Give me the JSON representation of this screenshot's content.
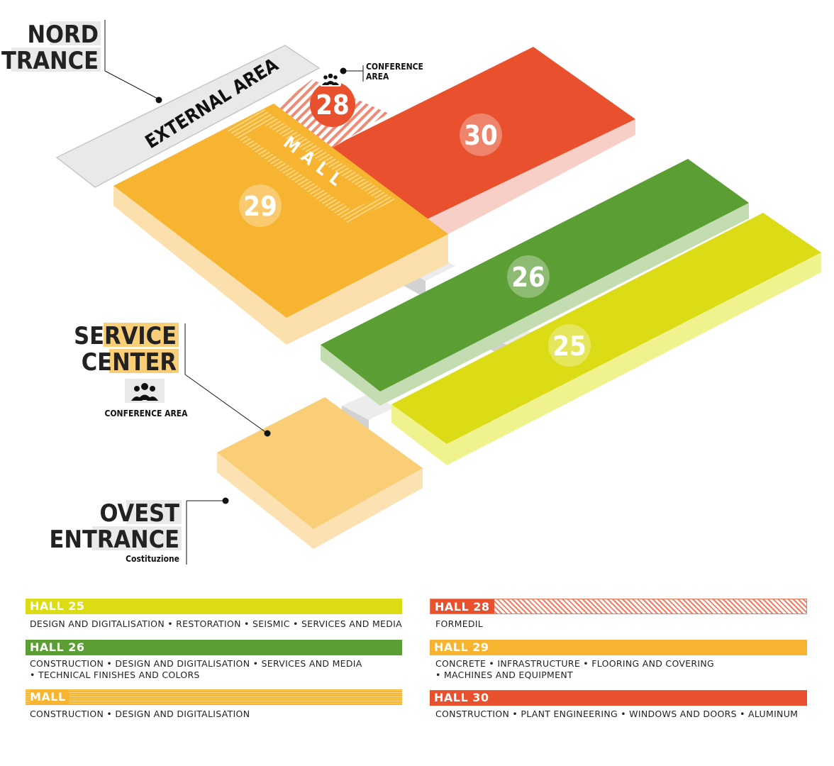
{
  "colors": {
    "hall25": "#dbdc16",
    "hall26": "#5b9e34",
    "hall28": "#e9502d",
    "hall29": "#f6b431",
    "hall30": "#e9502d",
    "mall": "#f6b431",
    "service_center": "#f9ce76",
    "external_area": "#e9e9e9"
  },
  "map": {
    "nord_entrance": [
      "NORD",
      "ENTRANCE"
    ],
    "external_area": "EXTERNAL AREA",
    "conference_area_top": [
      "CONFERENCE",
      "AREA"
    ],
    "mall": "MALL",
    "hall_numbers": {
      "h25": "25",
      "h26": "26",
      "h28": "28",
      "h29": "29",
      "h30": "30"
    },
    "service_center": [
      "SERVICE",
      "CENTER"
    ],
    "conference_area": "CONFERENCE AREA",
    "ovest_entrance": [
      "OVEST",
      "ENTRANCE"
    ],
    "ovest_sub": "Costituzione"
  },
  "legend": {
    "hall25": {
      "title": "HALL 25",
      "desc": [
        "DESIGN AND DIGITALISATION • RESTORATION •  SEISMIC • SERVICES AND MEDIA"
      ]
    },
    "hall26": {
      "title": "HALL 26",
      "desc": [
        "CONSTRUCTION •  DESIGN AND DIGITALISATION • SERVICES AND MEDIA",
        "• TECHNICAL FINISHES AND COLORS"
      ]
    },
    "mall": {
      "title": "MALL",
      "desc": [
        "CONSTRUCTION •  DESIGN AND DIGITALISATION"
      ]
    },
    "hall28": {
      "title": "HALL 28",
      "desc": [
        "FORMEDIL"
      ]
    },
    "hall29": {
      "title": "HALL 29",
      "desc": [
        "CONCRETE • INFRASTRUCTURE • FLOORING AND COVERING",
        "• MACHINES AND EQUIPMENT"
      ]
    },
    "hall30": {
      "title": "HALL 30",
      "desc": [
        "CONSTRUCTION • PLANT ENGINEERING • WINDOWS AND DOORS  • ALUMINUM"
      ]
    }
  }
}
